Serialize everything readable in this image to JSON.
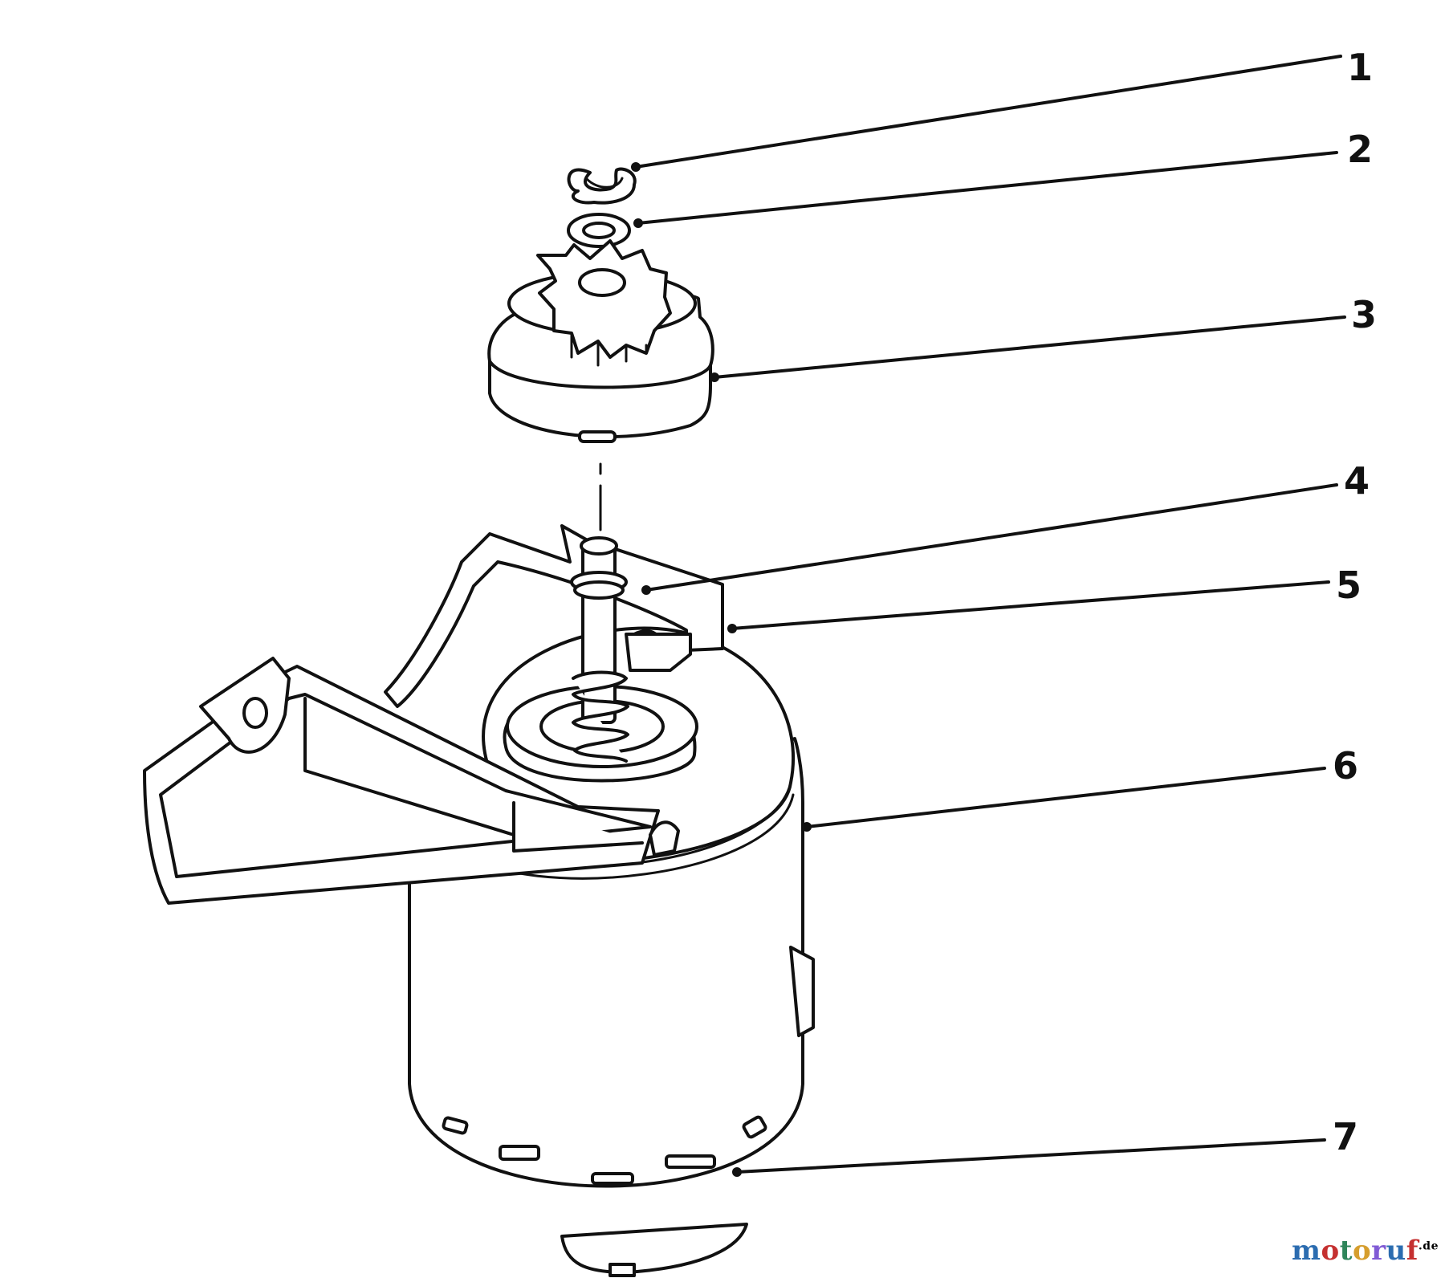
{
  "diagram": {
    "callouts": [
      "1",
      "2",
      "3",
      "4",
      "5",
      "6",
      "7"
    ]
  },
  "watermark": {
    "name": "motoruf",
    "suffix": ".de",
    "colors": [
      "#2b6cb0",
      "#c53030",
      "#2f855a",
      "#d69e2e",
      "#805ad5",
      "#2b6cb0",
      "#c53030"
    ]
  }
}
